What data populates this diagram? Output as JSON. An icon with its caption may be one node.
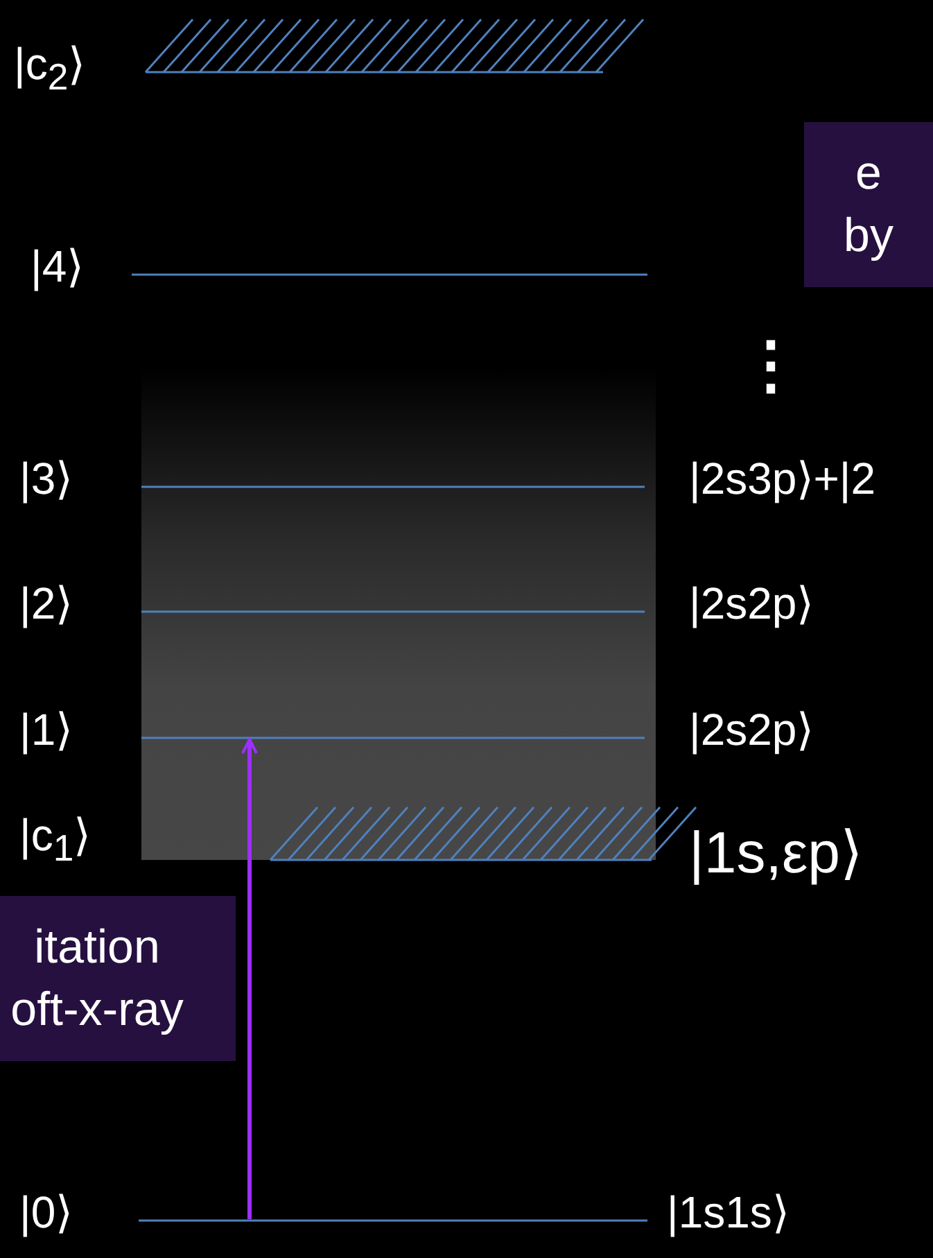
{
  "diagram": {
    "nodes": [
      {
        "text": [],
        "shape": "bar",
        "beside": [
          "|c$_{2}$⟩"
        ]
      },
      {
        "text": [
          "e by"
        ]
      },
      {
        "text": [],
        "shape": "bar",
        "beside": [
          "|4⟩"
        ]
      },
      {
        "text": [],
        "shape": "box"
      },
      {
        "text": [],
        "shape": "bar",
        "in": 3,
        "beside": [
          "|3⟩",
          "|2s3p⟩+|2"
        ]
      },
      {
        "text": [],
        "shape": "bar",
        "in": 3,
        "beside": [
          "|2⟩",
          "|2s2p⟩"
        ]
      },
      {
        "text": [],
        "shape": "bar",
        "in": 3,
        "beside": [
          "|1⟩",
          "|2s2p⟩"
        ]
      },
      {
        "text": [],
        "shape": "bar",
        "beside": [
          "|1s,εp⟩"
        ]
      },
      {
        "text": [
          "itation oft-x-ray"
        ]
      },
      {
        "text": [],
        "shape": "bar",
        "beside": [
          "|0⟩",
          "|1s1s⟩"
        ]
      }
    ],
    "edges": [
      {
        "from": 9,
        "to": 6,
        "arrow": "to",
        "color": "#9b30ff"
      }
    ],
    "labels": [
      "⋮",
      "|c$_{1}$⟩"
    ]
  }
}
